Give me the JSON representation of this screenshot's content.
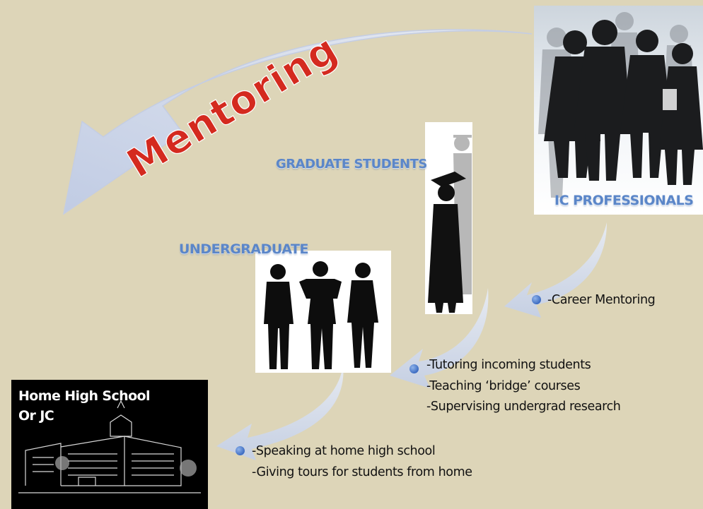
{
  "arrow_label": "Mentoring",
  "tiers": {
    "professionals": "IC PROFESSIONALS",
    "graduate": "GRADUATE STUDENTS",
    "undergraduate": "UNDERGRADUATE",
    "school_line1": "Home High School",
    "school_line2": "Or JC"
  },
  "activities": {
    "professionals": [
      "-Career Mentoring"
    ],
    "graduate": [
      "-Tutoring incoming students",
      "-Teaching ‘bridge’ courses",
      "-Supervising undergrad research"
    ],
    "undergraduate": [
      "-Speaking at home high school",
      "-Giving tours for students from home"
    ]
  },
  "colors": {
    "background": "#ddd5b8",
    "arrow_fill": "#c9d3ea",
    "mentoring_text": "#d42a1f",
    "tier_label": "#5b86c8",
    "bullet": "#3d6cc2"
  },
  "icons": {
    "professionals": "business-people-silhouettes",
    "graduate": "graduate-silhouettes",
    "undergraduate": "student-silhouettes",
    "school": "school-building-sketch"
  }
}
